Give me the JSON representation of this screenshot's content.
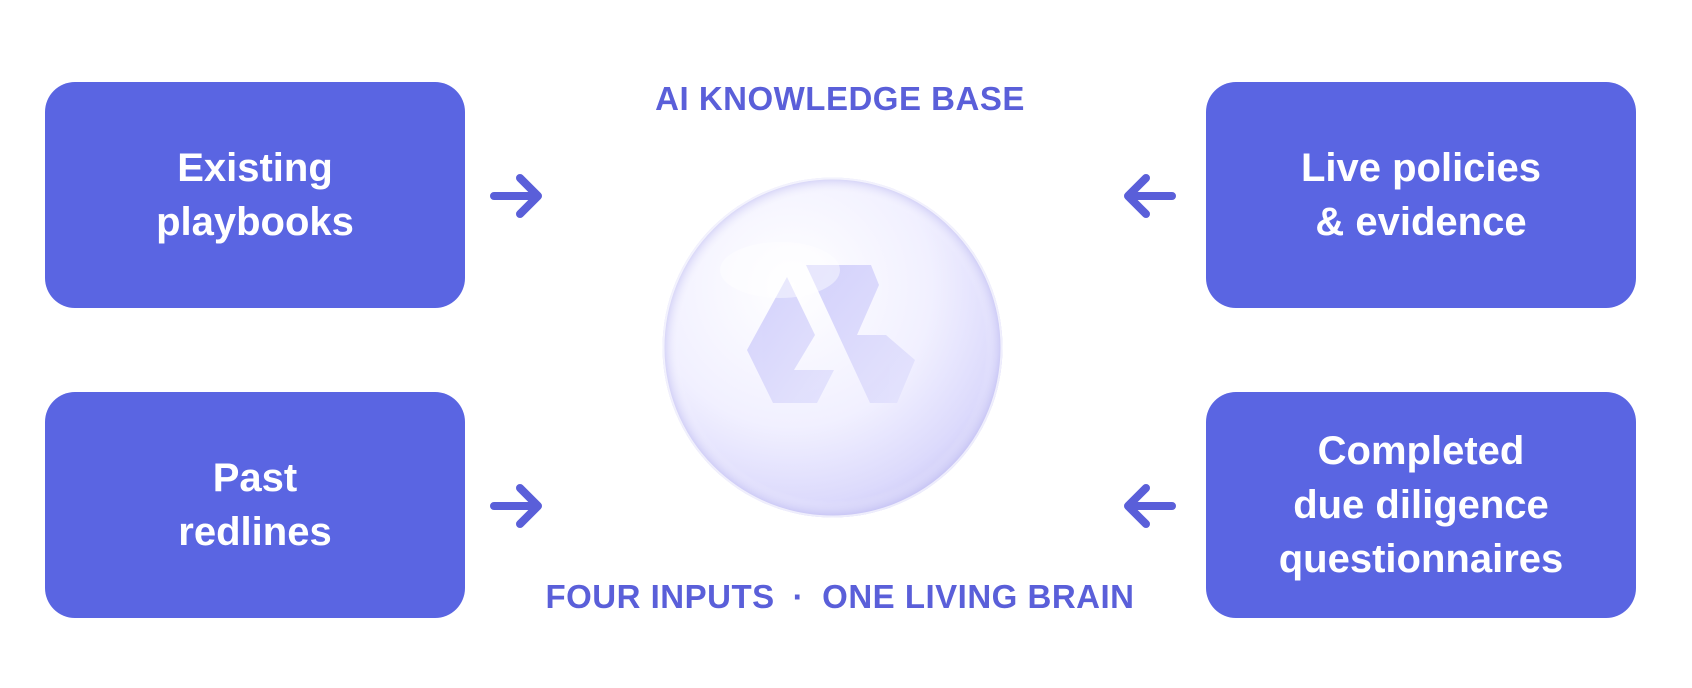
{
  "title": "AI KNOWLEDGE BASE",
  "tagline": {
    "left": "FOUR INPUTS",
    "separator": "·",
    "right": "ONE LIVING BRAIN"
  },
  "inputs": {
    "top_left": {
      "line1": "Existing",
      "line2": "playbooks"
    },
    "bottom_left": {
      "line1": "Past",
      "line2": "redlines"
    },
    "top_right": {
      "line1": "Live policies",
      "line2": "& evidence"
    },
    "bottom_right": {
      "line1": "Completed",
      "line2": "due diligence",
      "line3": "questionnaires"
    }
  },
  "colors": {
    "card": "#5a65e2",
    "accent_text": "#5a5fd9",
    "orb": "#e7e6ff"
  },
  "icons": {
    "arrow_in_left": "arrow-right-icon",
    "arrow_in_right": "arrow-left-icon",
    "center": "knowledge-orb-logo"
  }
}
